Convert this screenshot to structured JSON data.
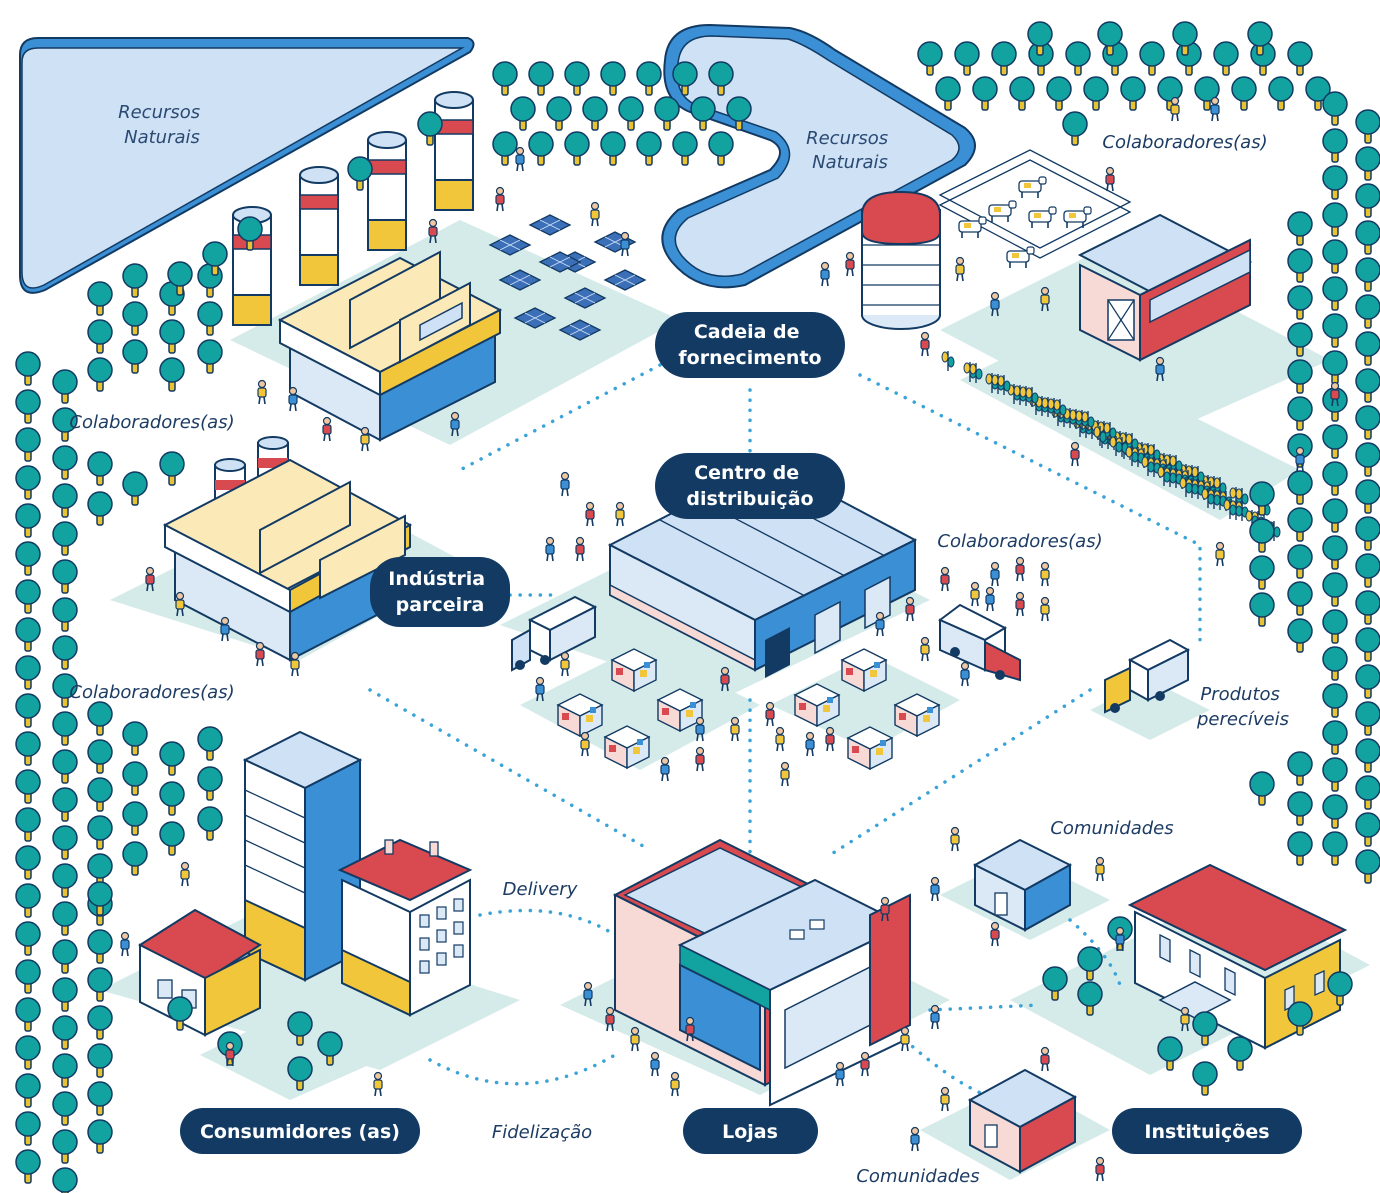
{
  "title": "",
  "colors": {
    "navy": "#123a63",
    "dots": "#3aa3d8",
    "ground": "#d5ebe9",
    "tree": "#12a2a0",
    "trunk": "#e8c233",
    "water": "#cfe1f5",
    "water_edge": "#3b8fd4",
    "red": "#d84a4f",
    "yellow": "#f1c63b"
  },
  "icons": [
    "tree-icon",
    "person-icon",
    "truck-icon",
    "box-stack-icon",
    "factory-icon",
    "warehouse-icon",
    "store-icon",
    "building-icon",
    "barn-icon",
    "silo-icon",
    "cow-icon",
    "crop-icon",
    "solar-panel-icon"
  ],
  "nodes": {
    "supply_chain": {
      "line1": "Cadeia de",
      "line2": "fornecimento"
    },
    "distribution_center": {
      "line1": "Centro de",
      "line2": "distribuição"
    },
    "partner_industry": {
      "line1": "Indústria",
      "line2": "parceira"
    },
    "consumers": {
      "label": "Consumidores (as)"
    },
    "stores": {
      "label": "Lojas"
    },
    "institutions": {
      "label": "Instituições"
    }
  },
  "labels": {
    "natural_resources_1": {
      "line1": "Recursos",
      "line2": "Naturais"
    },
    "natural_resources_2": {
      "line1": "Recursos",
      "line2": "Naturais"
    },
    "collaborators_farm": "Colaboradores(as)",
    "collaborators_factory_top": "Colaboradores(as)",
    "collaborators_factory_bottom": "Colaboradores(as)",
    "collaborators_dc": "Colaboradores(as)",
    "perishables": {
      "line1": "Produtos",
      "line2": "perecíveis"
    },
    "delivery": "Delivery",
    "loyalty": "Fidelização",
    "communities_top": "Comunidades",
    "communities_bottom": "Comunidades"
  }
}
